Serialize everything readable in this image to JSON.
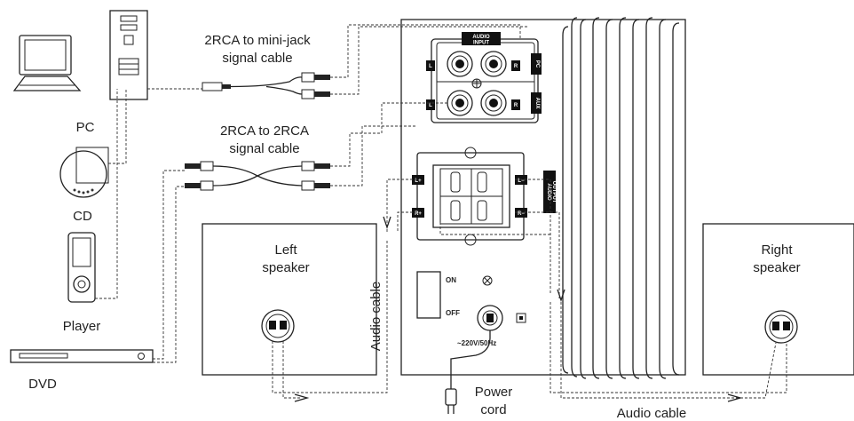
{
  "devices": {
    "pc": "PC",
    "cd": "CD",
    "player": "Player",
    "dvd": "DVD"
  },
  "cables": {
    "mini_jack_line1": "2RCA to mini-jack",
    "mini_jack_line2": "signal cable",
    "rca_line1": "2RCA to 2RCA",
    "rca_line2": "signal cable",
    "audio_cable_left": "Audio cable",
    "audio_cable_bottom": "Audio cable"
  },
  "speakers": {
    "left_line1": "Left",
    "left_line2": "speaker",
    "right_line1": "Right",
    "right_line2": "speaker"
  },
  "panel": {
    "audio_input_line1": "AUDIO",
    "audio_input_line2": "INPUT",
    "pc_tag": "PC",
    "aux_tag": "AUX",
    "audio_output_line1": "AUDIO",
    "audio_output_line2": "OUTPUT",
    "l": "L",
    "r": "R",
    "l_plus": "L+",
    "l_minus": "L−",
    "r_plus": "R+",
    "r_minus": "R−",
    "on": "ON",
    "off": "OFF",
    "voltage": "~220V/50Hz"
  },
  "power": {
    "line1": "Power",
    "line2": "cord"
  },
  "icons": [
    "computer-icon",
    "tower-icon",
    "cd-player-icon",
    "mp3-player-icon",
    "dvd-player-icon",
    "speaker-terminal-icon",
    "power-plug-icon",
    "fuse-icon",
    "power-socket-icon"
  ]
}
